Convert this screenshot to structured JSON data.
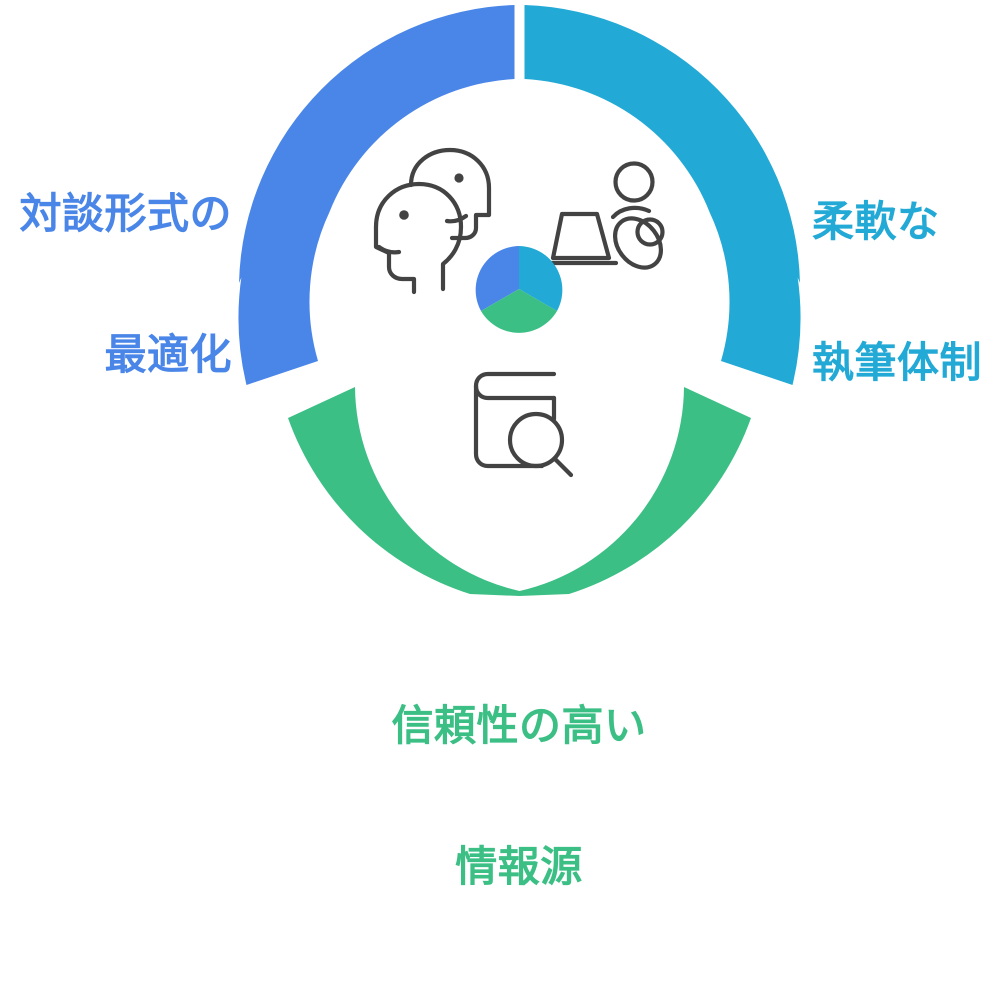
{
  "diagram": {
    "type": "donut-cycle",
    "title_visible": false,
    "center_icons": [
      {
        "name": "two-heads-conversation-icon",
        "meaning": "dialogue / interview format"
      },
      {
        "name": "person-laptop-icon",
        "meaning": "remote writer / flexible writing team"
      },
      {
        "name": "book-magnifier-icon",
        "meaning": "research / reliable sources"
      },
      {
        "name": "pie-chart-icon",
        "meaning": "three equal data segments"
      }
    ],
    "colors": {
      "blue": "#4a86e8",
      "cyan": "#23a9d5",
      "green": "#3cbf85",
      "icon_stroke": "#434343",
      "background": "#ffffff"
    },
    "segments": [
      {
        "id": "segment-blue",
        "color": "#4a86e8",
        "label_lines": [
          "対談形式の",
          "最適化"
        ],
        "arrow_direction": "left",
        "start_angle_deg": 270,
        "end_angle_deg": 207
      },
      {
        "id": "segment-cyan",
        "color": "#23a9d5",
        "label_lines": [
          "柔軟な",
          "執筆体制"
        ],
        "arrow_direction": "right",
        "start_angle_deg": 270,
        "end_angle_deg": 333
      },
      {
        "id": "segment-green",
        "color": "#3cbf85",
        "label_lines": [
          "信頼性の高い",
          "情報源"
        ],
        "arrow_direction": "down",
        "start_angle_deg": 333,
        "end_angle_deg": 207
      }
    ]
  },
  "chart_data": {
    "type": "pie",
    "title": "",
    "categories": [
      "対談形式の最適化",
      "柔軟な執筆体制",
      "信頼性の高い情報源"
    ],
    "values": [
      33.3,
      33.3,
      33.3
    ],
    "colors": [
      "#4a86e8",
      "#23a9d5",
      "#3cbf85"
    ],
    "legend_position": "around-ring",
    "grid": false
  },
  "labels": {
    "left": {
      "line1": "対談形式の",
      "line2": "最適化",
      "color": "#4a86e8"
    },
    "right": {
      "line1": "柔軟な",
      "line2": "執筆体制",
      "color": "#23a9d5"
    },
    "bottom": {
      "line1": "信頼性の高い",
      "line2": "情報源",
      "color": "#3cbf85"
    }
  }
}
